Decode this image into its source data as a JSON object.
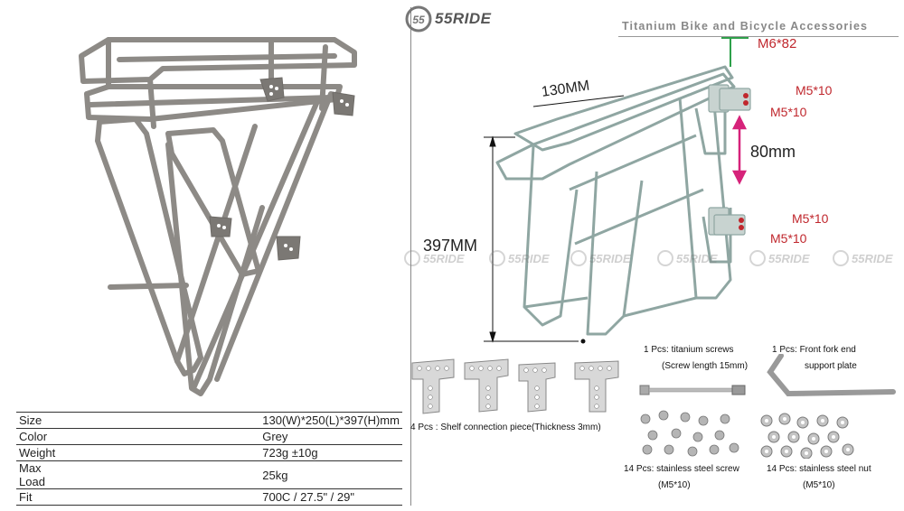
{
  "brand": {
    "name": "55RIDE",
    "subtitle": "Titanium Bike and Bicycle Accessories"
  },
  "specs": [
    {
      "label": "Size",
      "value": "130(W)*250(L)*397(H)mm"
    },
    {
      "label": "Color",
      "value": "Grey"
    },
    {
      "label": "Weight",
      "value": "723g ±10g"
    },
    {
      "label": "Max Load",
      "value": "25kg"
    },
    {
      "label": "Fit",
      "value": "700C / 27.5\" / 29\""
    }
  ],
  "diagram": {
    "screw_top": "M6*82",
    "screw_labels": [
      "M5*10",
      "M5*10",
      "M5*10",
      "M5*10"
    ],
    "width": "130MM",
    "height": "397MM",
    "spacing": "80mm"
  },
  "watermarks": [
    "55RIDE",
    "55RIDE",
    "55RIDE",
    "55RIDE",
    "55RIDE",
    "55RIDE"
  ],
  "accessories": {
    "shelf_pieces": "4 Pcs : Shelf connection piece(Thickness 3mm)",
    "titanium_screws_1": "1 Pcs: titanium screws",
    "titanium_screws_2": "(Screw length 15mm)",
    "fork_plate_1": "1 Pcs: Front fork end",
    "fork_plate_2": "support plate",
    "steel_screw_1": "14 Pcs: stainless steel screw",
    "steel_screw_2": "(M5*10)",
    "steel_nut_1": "14 Pcs: stainless steel nut",
    "steel_nut_2": "(M5*10)"
  },
  "colors": {
    "dimension_red": "#c0272d",
    "arrow_magenta": "#d6237a",
    "titanium": "#8d8a86",
    "diagram_line": "#8fa6a2"
  }
}
